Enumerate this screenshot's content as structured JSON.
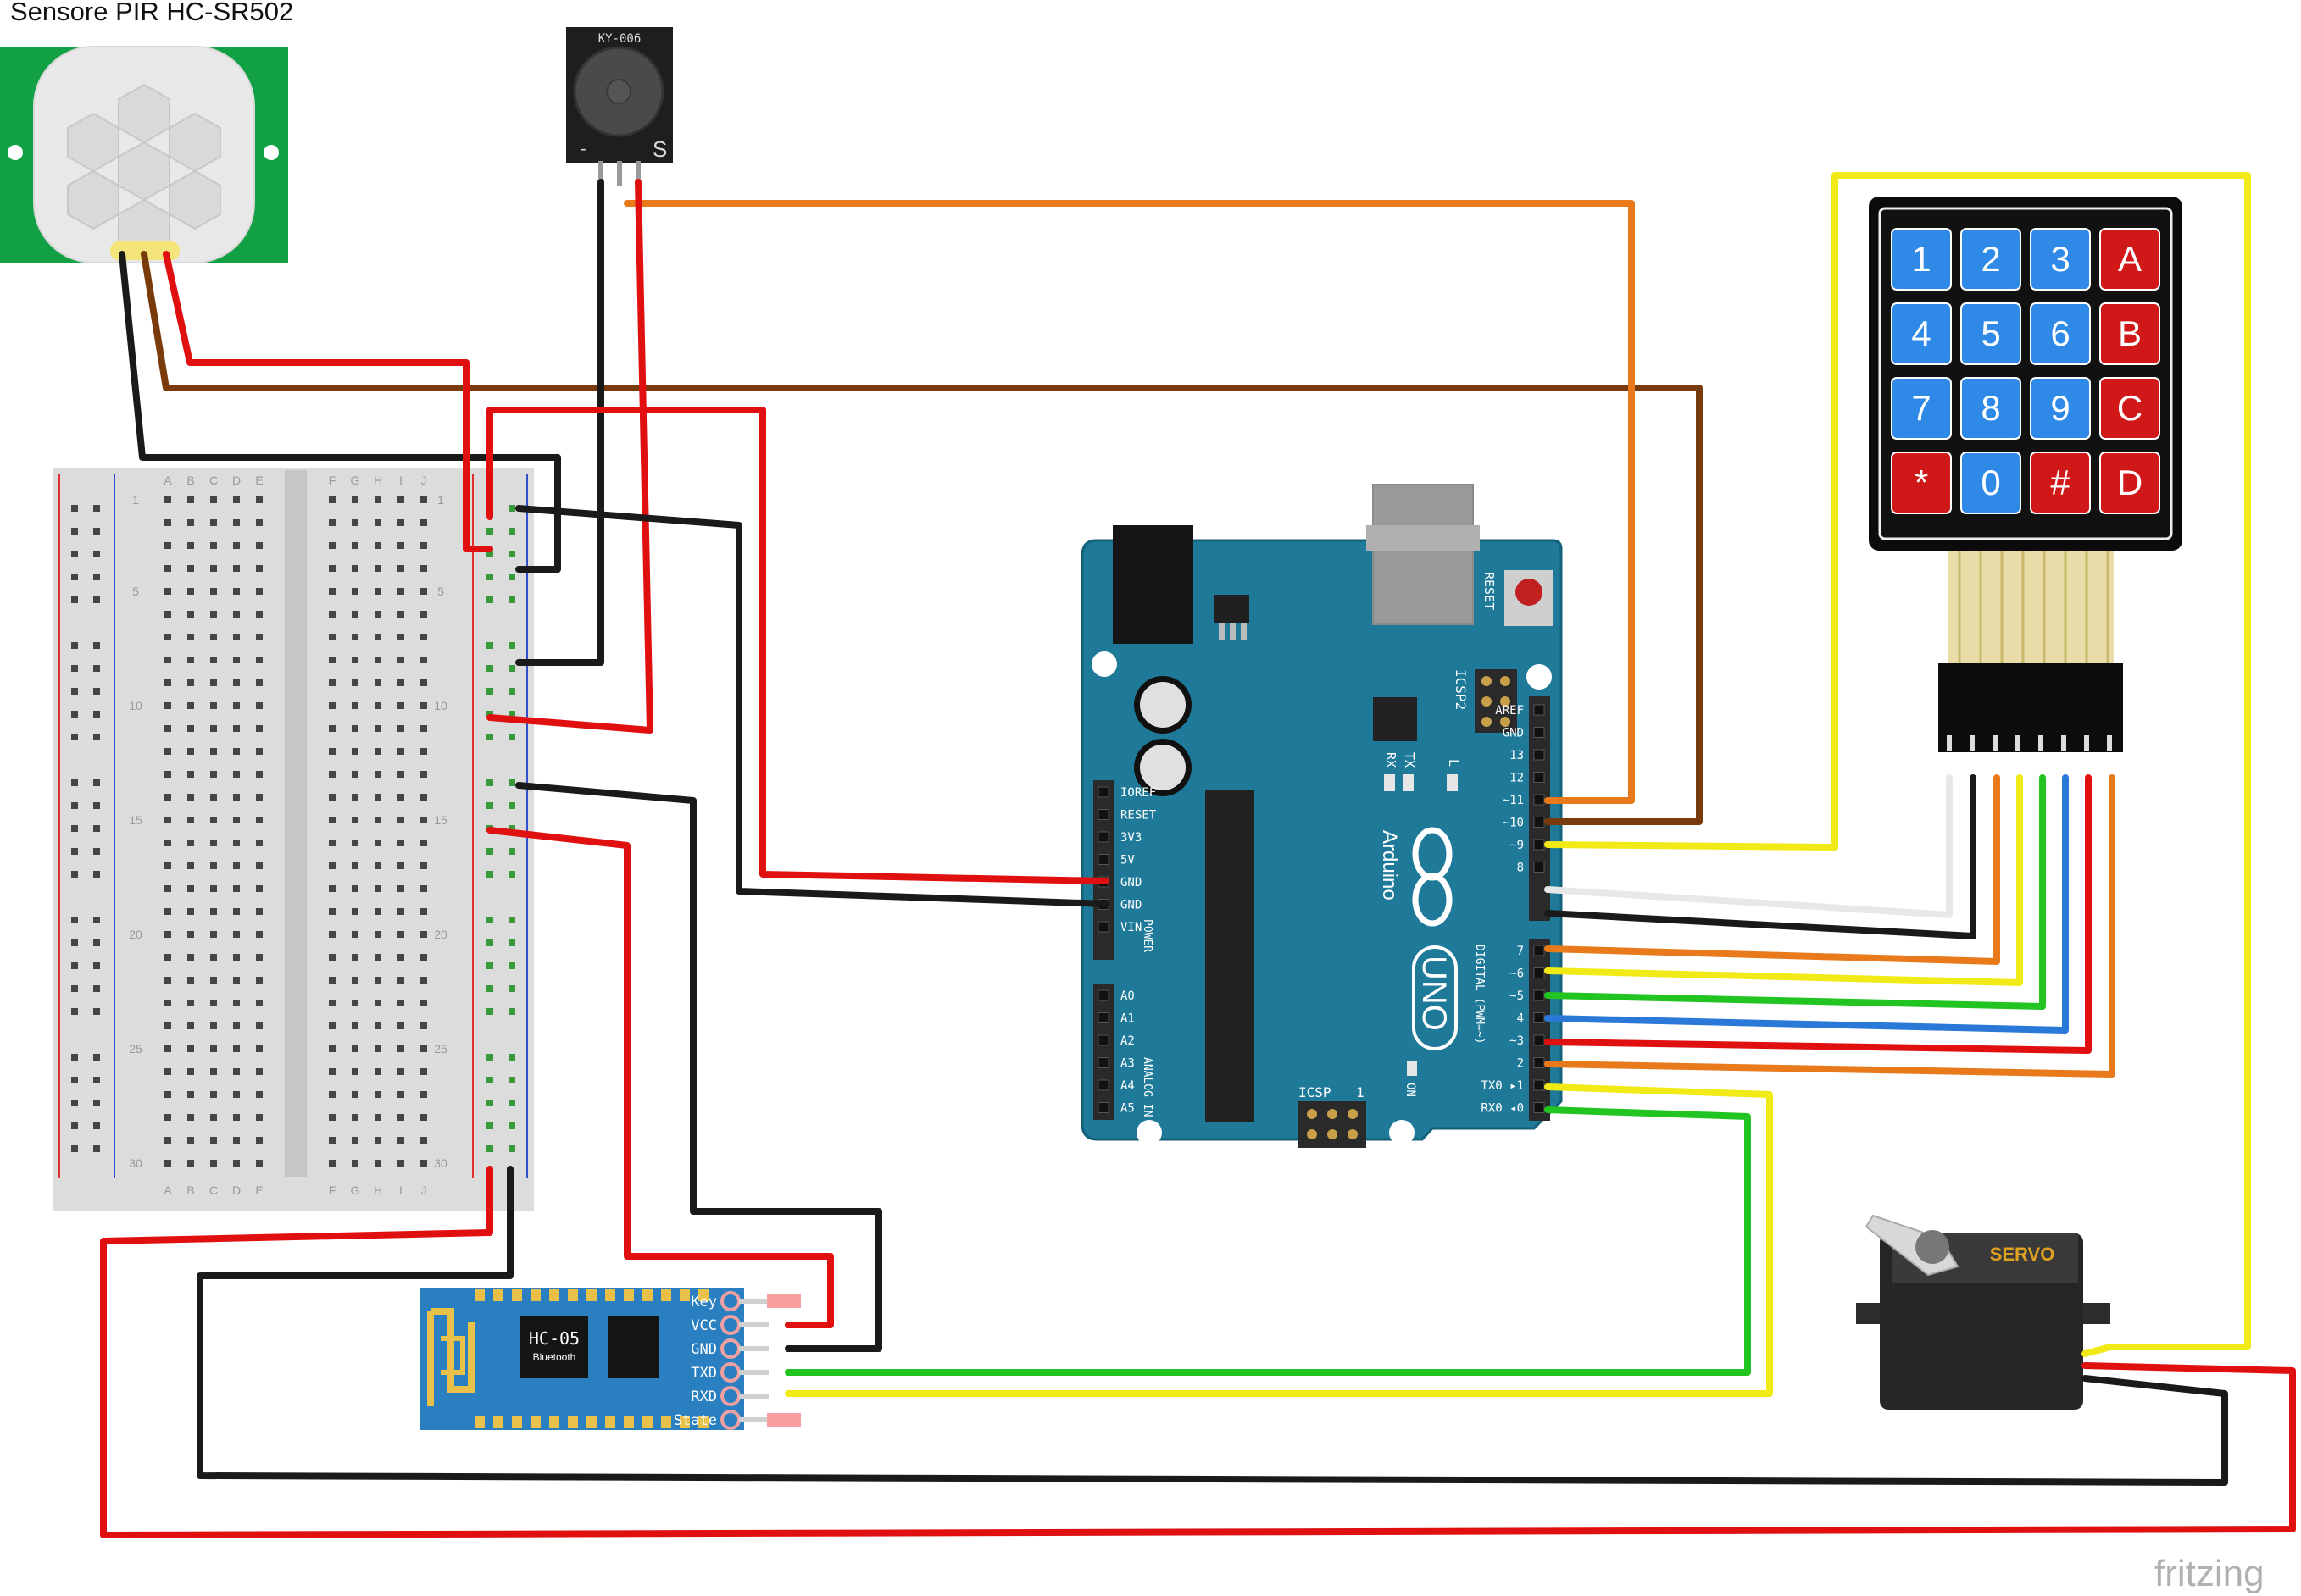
{
  "labels": {
    "pir_title": "Sensore PIR HC-SR502",
    "buzzer_model": "KY-006",
    "buzzer_minus": "-",
    "buzzer_s": "S",
    "fritzing": "fritzing",
    "arduino_brand": "Arduino",
    "arduino_uno": "UNO",
    "reset": "RESET",
    "icsp2": "ICSP2",
    "icsp": "ICSP",
    "icsp_one": "1",
    "tx": "TX",
    "rx": "RX",
    "led_l": "L",
    "on": "ON",
    "power": "POWER",
    "analog_in": "ANALOG IN",
    "digital": "DIGITAL (PWM=~)",
    "hc05_model": "HC-05",
    "hc05_sub": "Bluetooth",
    "servo": "SERVO"
  },
  "arduino_power_pins": [
    "IOREF",
    "RESET",
    "3V3",
    "5V",
    "GND",
    "GND",
    "VIN"
  ],
  "arduino_analog_pins": [
    "A0",
    "A1",
    "A2",
    "A3",
    "A4",
    "A5"
  ],
  "arduino_digital_top": [
    "AREF",
    "GND",
    "13",
    "12",
    "~11",
    "~10",
    "~9",
    "8"
  ],
  "arduino_digital_bottom": [
    "7",
    "~6",
    "~5",
    "4",
    "~3",
    "2",
    "TX0 ▸1",
    "RX0 ◂0"
  ],
  "hc05_pins": [
    "Key",
    "VCC",
    "GND",
    "TXD",
    "RXD",
    "State"
  ],
  "keypad_keys": [
    "1",
    "2",
    "3",
    "A",
    "4",
    "5",
    "6",
    "B",
    "7",
    "8",
    "9",
    "C",
    "*",
    "0",
    "#",
    "D"
  ],
  "breadboard": {
    "columns_left": [
      "A",
      "B",
      "C",
      "D",
      "E"
    ],
    "columns_right": [
      "F",
      "G",
      "H",
      "I",
      "J"
    ],
    "row_numbers": [
      "1",
      "5",
      "10",
      "15",
      "20",
      "25",
      "30"
    ]
  },
  "colors": {
    "wire_red": "#e01010",
    "wire_black": "#1a1a1a",
    "wire_brown": "#7a3b0c",
    "wire_orange": "#e87a1c",
    "wire_yellow": "#f2ea17",
    "wire_green": "#22c422",
    "wire_blue": "#2a78d8",
    "wire_white": "#e8e8e8",
    "arduino_board": "#1f7a9a",
    "hc05_board": "#2a7fc0",
    "key_blue": "#2e8ae6",
    "key_red": "#d01818",
    "pir_board": "#11a043"
  }
}
